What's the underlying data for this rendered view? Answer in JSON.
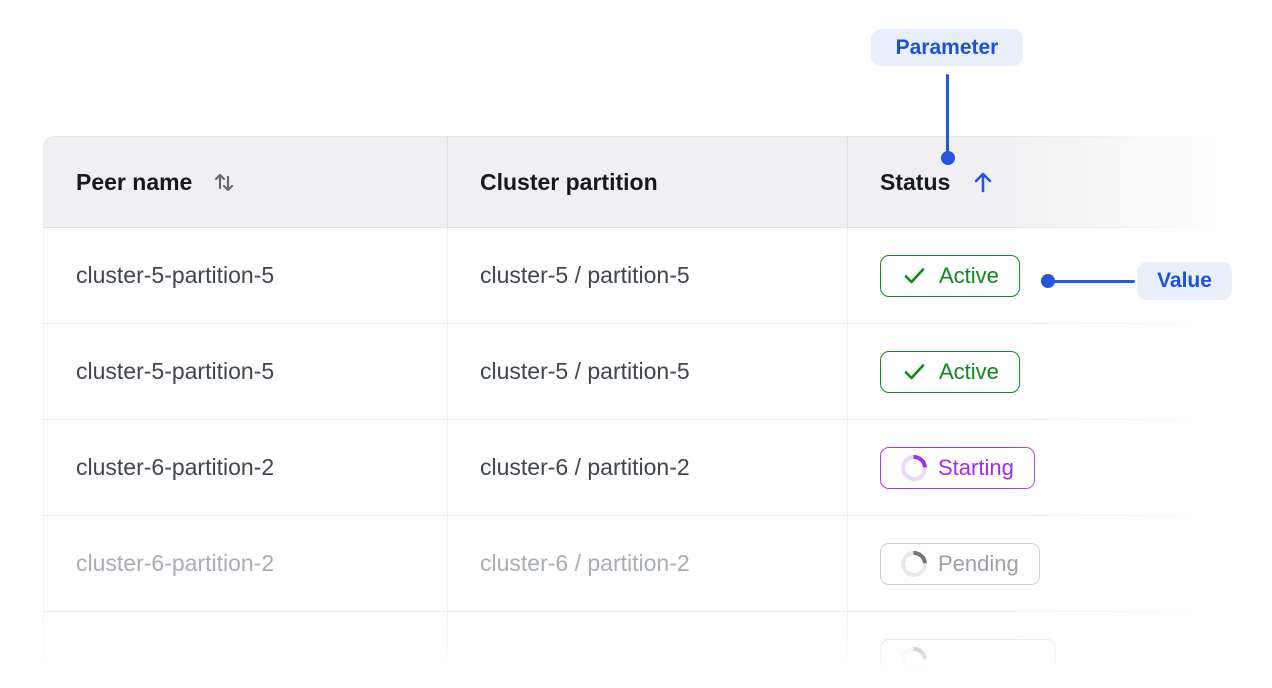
{
  "annotations": {
    "parameter": {
      "label": "Parameter"
    },
    "value": {
      "label": "Value"
    },
    "accent_color": "#2257DE",
    "badge_bg": "#E8EEFA",
    "badge_text_color": "#1A53D8"
  },
  "table": {
    "columns": [
      {
        "label": "Peer name",
        "sortable": true,
        "sort": "none"
      },
      {
        "label": "Cluster partition",
        "sortable": false,
        "sort": "none"
      },
      {
        "label": "Status",
        "sortable": true,
        "sort": "asc"
      }
    ],
    "rows": [
      {
        "peer_name": "cluster-5-partition-5",
        "cluster_partition": "cluster-5 / partition-5",
        "status": "Active",
        "status_kind": "active",
        "faded": false
      },
      {
        "peer_name": "cluster-5-partition-5",
        "cluster_partition": "cluster-5 / partition-5",
        "status": "Active",
        "status_kind": "active",
        "faded": false
      },
      {
        "peer_name": "cluster-6-partition-2",
        "cluster_partition": "cluster-6 / partition-2",
        "status": "Starting",
        "status_kind": "starting",
        "faded": false
      },
      {
        "peer_name": "cluster-6-partition-2",
        "cluster_partition": "cluster-6 / partition-2",
        "status": "Pending",
        "status_kind": "pending",
        "faded": true
      },
      {
        "peer_name": "",
        "cluster_partition": "",
        "status": "",
        "status_kind": "pending",
        "faded": true,
        "partial": true
      }
    ],
    "status_colors": {
      "active": "#0F871D",
      "starting": "#A32BF0",
      "pending": "#9BA0A8"
    },
    "header_bg": "#F0F0F2"
  }
}
